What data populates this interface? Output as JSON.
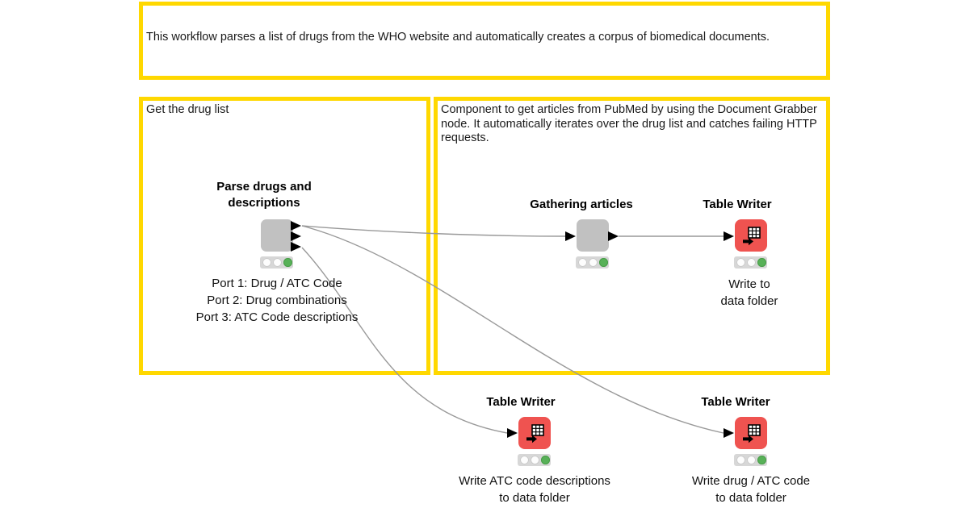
{
  "annotations": {
    "top_text": "This workflow parses a list of drugs from the WHO website and automatically creates a corpus of biomedical documents.",
    "left_text": "Get the drug list",
    "right_text": "Component to get articles from PubMed by using the Document Grabber node. It automatically iterates over the drug list and catches failing HTTP requests."
  },
  "nodes": {
    "parse_drugs": {
      "title": "Parse drugs and descriptions",
      "desc_lines": [
        "Port 1: Drug / ATC Code",
        "Port 2: Drug combinations",
        "Port 3: ATC Code descriptions"
      ],
      "status": "executed"
    },
    "gathering_articles": {
      "title": "Gathering articles",
      "status": "executed"
    },
    "table_writer_articles": {
      "title": "Table Writer",
      "desc_lines": [
        "Write to",
        "data folder"
      ],
      "status": "executed"
    },
    "table_writer_atc_descriptions": {
      "title": "Table Writer",
      "desc_lines": [
        "Write ATC code descriptions",
        "to data folder"
      ],
      "status": "executed"
    },
    "table_writer_drug_atc": {
      "title": "Table Writer",
      "desc_lines": [
        "Write drug / ATC code",
        "to data folder"
      ],
      "status": "executed"
    }
  },
  "colors": {
    "annotation_border": "#ffd800",
    "node_gray": "#c1c1c1",
    "node_red": "#ef5350",
    "wire_gray": "#999999",
    "status_green": "#58b158",
    "port_black": "#000000"
  }
}
